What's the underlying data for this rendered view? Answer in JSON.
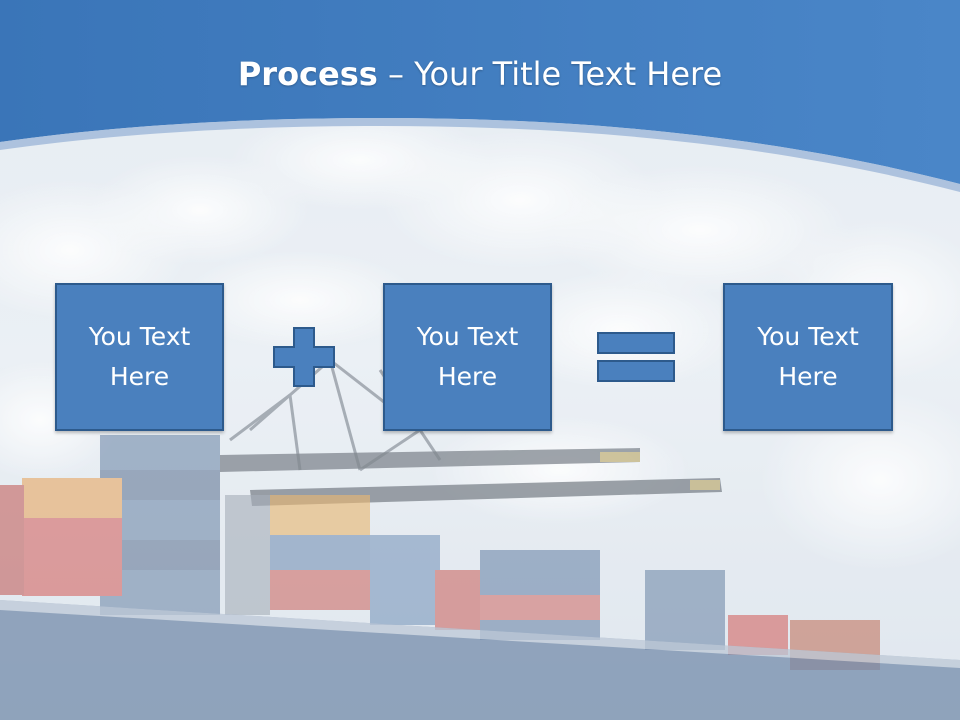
{
  "slide": {
    "title_bold": "Process",
    "title_rest": " – Your Title Text Here",
    "boxes": [
      {
        "label": "You Text\nHere"
      },
      {
        "label": "You Text\nHere"
      },
      {
        "label": "You Text\nHere"
      }
    ],
    "operators": [
      "plus-icon",
      "equals-icon"
    ]
  },
  "colors": {
    "header_blue": "#3a78bf",
    "box_fill": "#4a80be",
    "box_border": "#2d5a8c"
  }
}
